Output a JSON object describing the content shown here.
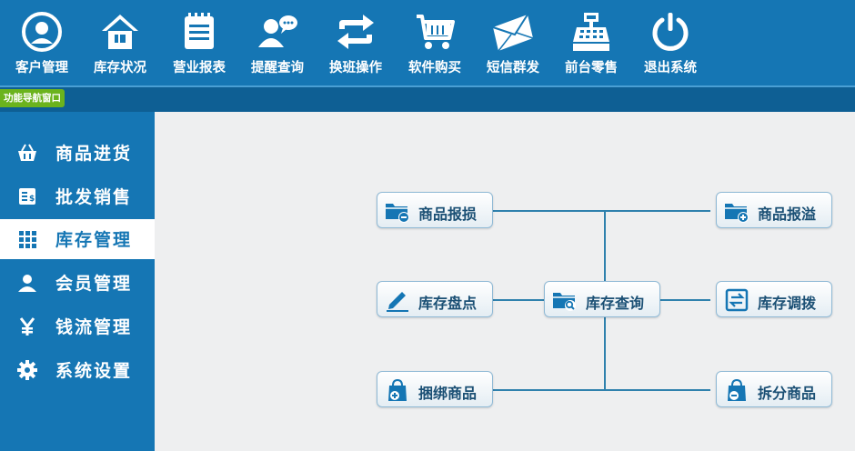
{
  "toolbar": {
    "items": [
      {
        "label": "客户管理",
        "icon": "customer-icon"
      },
      {
        "label": "库存状况",
        "icon": "house-icon"
      },
      {
        "label": "营业报表",
        "icon": "report-icon"
      },
      {
        "label": "提醒查询",
        "icon": "reminder-icon"
      },
      {
        "label": "换班操作",
        "icon": "shift-icon"
      },
      {
        "label": "软件购买",
        "icon": "cart-icon"
      },
      {
        "label": "短信群发",
        "icon": "envelope-icon"
      },
      {
        "label": "前台零售",
        "icon": "cash-register-icon"
      },
      {
        "label": "退出系统",
        "icon": "power-icon"
      }
    ]
  },
  "strip": {
    "label": "功能导航窗口"
  },
  "sidebar": {
    "items": [
      {
        "label": "商品进货",
        "icon": "basket-icon",
        "active": false
      },
      {
        "label": "批发销售",
        "icon": "receipt-icon",
        "active": false
      },
      {
        "label": "库存管理",
        "icon": "grid-icon",
        "active": true
      },
      {
        "label": "会员管理",
        "icon": "person-icon",
        "active": false
      },
      {
        "label": "钱流管理",
        "icon": "yen-icon",
        "active": false
      },
      {
        "label": "系统设置",
        "icon": "gear-icon",
        "active": false
      }
    ]
  },
  "main": {
    "buttons": {
      "damage": {
        "label": "商品报损",
        "icon": "folder-minus-icon"
      },
      "overflow": {
        "label": "商品报溢",
        "icon": "folder-plus-icon"
      },
      "stocktake": {
        "label": "库存盘点",
        "icon": "pencil-icon"
      },
      "query": {
        "label": "库存查询",
        "icon": "folder-search-icon"
      },
      "transfer": {
        "label": "库存调拨",
        "icon": "transfer-icon"
      },
      "bundle": {
        "label": "捆绑商品",
        "icon": "bag-plus-icon"
      },
      "split": {
        "label": "拆分商品",
        "icon": "bag-minus-icon"
      }
    }
  },
  "colors": {
    "primary": "#1576b4",
    "strip": "#0e5f94",
    "tag": "#6bb31d",
    "connector": "#2f81ad",
    "button_text": "#1a4f74"
  }
}
